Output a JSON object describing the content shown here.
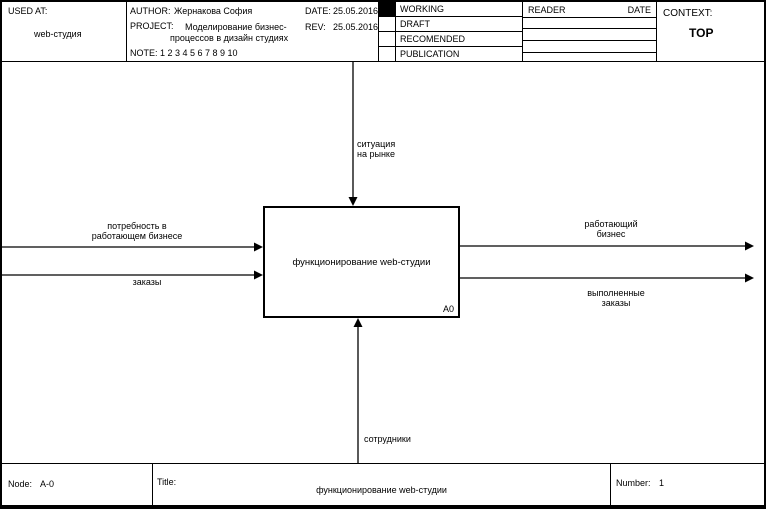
{
  "header": {
    "used_at": {
      "label": "USED AT:",
      "value": "web-студия"
    },
    "author": {
      "label": "AUTHOR:",
      "value": "Жернакова София"
    },
    "date": {
      "label": "DATE:",
      "value": "25.05.2016"
    },
    "rev": {
      "label": "REV:",
      "value": "25.05.2016"
    },
    "project": {
      "label": "PROJECT:",
      "line1": "Моделирование бизнес-",
      "line2": "процессов в дизайн студиях"
    },
    "note": {
      "label": "NOTE:",
      "value": "1 2 3 4 5 6 7 8 9 10"
    },
    "status": {
      "rows": [
        {
          "label": "WORKING",
          "checked": true
        },
        {
          "label": "DRAFT",
          "checked": false
        },
        {
          "label": "RECOMENDED",
          "checked": false
        },
        {
          "label": "PUBLICATION",
          "checked": false
        }
      ]
    },
    "reader": {
      "label": "READER",
      "date_label": "DATE"
    },
    "context": {
      "label": "CONTEXT:",
      "value": "TOP"
    }
  },
  "diagram": {
    "activity_box": {
      "title": "функционирование web-студии",
      "node_id": "A0"
    },
    "arrows": {
      "control": {
        "line1": "ситуация",
        "line2": "на рынке"
      },
      "mechanism": {
        "label": "сотрудники"
      },
      "input1": {
        "line1": "потребность в",
        "line2": "работающем бизнесе"
      },
      "input2": {
        "label": "заказы"
      },
      "output1": {
        "line1": "работающий",
        "line2": "бизнес"
      },
      "output2": {
        "line1": "выполненные",
        "line2": "заказы"
      }
    }
  },
  "footer": {
    "node": {
      "label": "Node:",
      "value": "A-0"
    },
    "title": {
      "label": "Title:",
      "value": "функционирование web-студии"
    },
    "number": {
      "label": "Number:",
      "value": "1"
    }
  }
}
